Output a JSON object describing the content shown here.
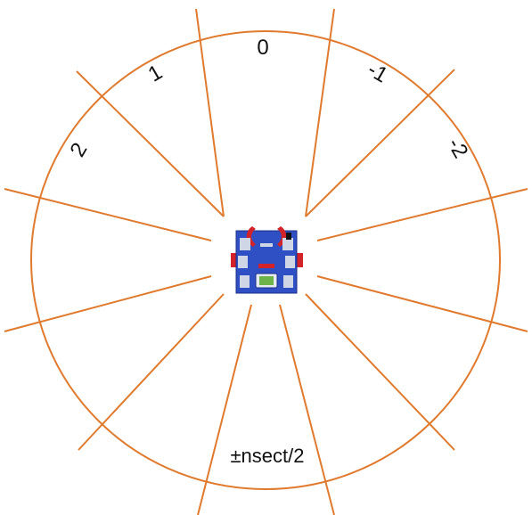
{
  "diagram": {
    "sector_labels": [
      {
        "text": "2"
      },
      {
        "text": "1"
      },
      {
        "text": "0"
      },
      {
        "text": "-1"
      },
      {
        "text": "-2"
      }
    ],
    "bottom_label": {
      "text": "±nsect/2"
    },
    "colors": {
      "circle": "#e07a2e",
      "sector_lines": "#e07a2e",
      "robot_body": "#2f4fc4",
      "robot_claws": "#d2232a",
      "robot_panel": "#cfd6e6",
      "robot_screen": "#6db34a"
    },
    "robot": {
      "icon": "robot-icon"
    }
  }
}
